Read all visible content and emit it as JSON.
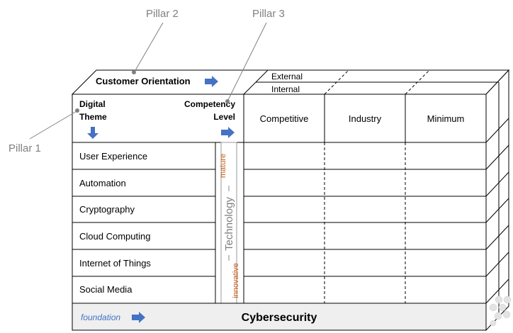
{
  "annotations": {
    "pillar1": "Pillar 1",
    "pillar2": "Pillar 2",
    "pillar3": "Pillar 3"
  },
  "top_face": {
    "customer_orientation": "Customer Orientation",
    "external": "External",
    "internal": "Internal"
  },
  "header": {
    "digital_theme": [
      "Digital",
      "Theme"
    ],
    "competency_level": [
      "Competency",
      "Level"
    ],
    "columns": [
      "Competitive",
      "Industry",
      "Minimum"
    ]
  },
  "themes": [
    "User Experience",
    "Automation",
    "Cryptography",
    "Cloud Computing",
    "Internet of Things",
    "Social Media"
  ],
  "technology": {
    "label": "Technology",
    "mature": "mature",
    "innovative": "innovative"
  },
  "foundation": {
    "label": "foundation",
    "title": "Cybersecurity"
  },
  "colors": {
    "arrow": "#4472C4",
    "annotation": "#808080",
    "accent_text": "#C55A11",
    "foundation_label": "#4472C4",
    "foundation_bg": "#EFEFEF",
    "grid": "#000000"
  },
  "icons": {
    "arrow": "arrow-right-icon",
    "arrow_down": "arrow-down-icon",
    "dots": "dots-icon"
  }
}
